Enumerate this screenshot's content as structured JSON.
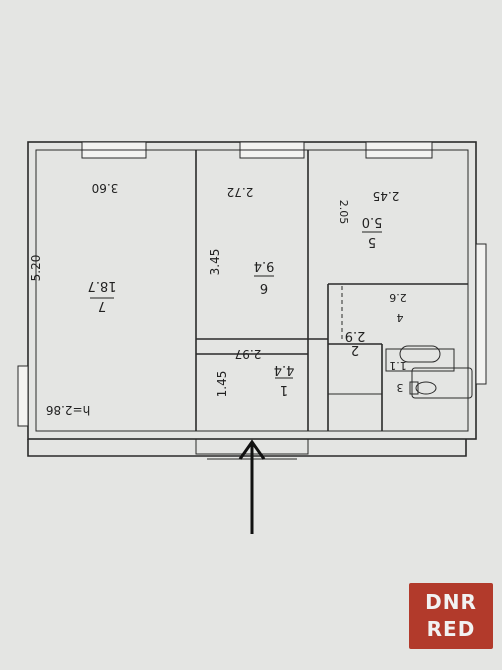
{
  "plan": {
    "ceiling_height": "h=2.86",
    "rooms": [
      {
        "number": "7",
        "area": "18.7",
        "width": "3.60",
        "length": "5.20"
      },
      {
        "number": "6",
        "area": "9.4",
        "width": "2.72",
        "length": "3.45"
      },
      {
        "number": "5",
        "area": "5.0",
        "width": "2.45",
        "length": "2.05"
      },
      {
        "number": "4",
        "area": "2.6"
      },
      {
        "number": "3",
        "area": "1.1"
      },
      {
        "number": "2",
        "area": "2.9"
      },
      {
        "number": "1",
        "area": "4.4",
        "width": "2.97",
        "length": "1.45"
      }
    ],
    "entrance_arrow": "entrance-arrow"
  },
  "watermark": {
    "line1": "DNR",
    "line2": "RED",
    "color": "#b23a2b"
  }
}
